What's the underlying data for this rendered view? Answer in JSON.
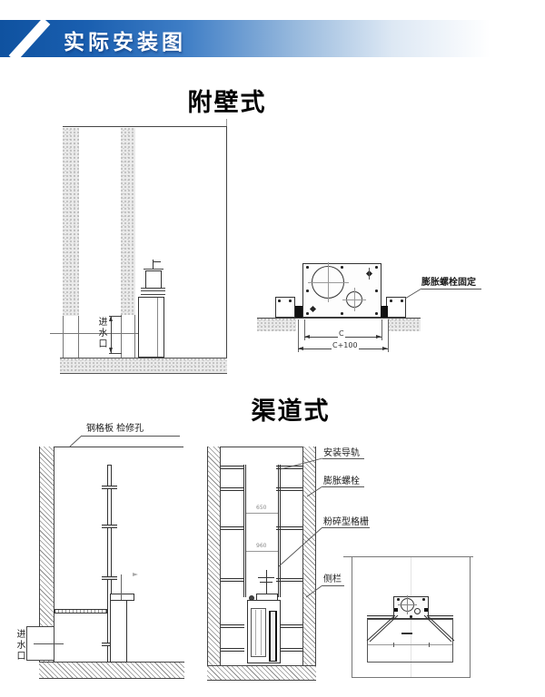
{
  "banner": {
    "title": "实际安装图",
    "accent_blue": "#1a5fb0"
  },
  "wall_section": {
    "title": "附壁式",
    "inlet_label": "进水口",
    "anchor_label": "膨胀螺栓固定",
    "dim_c": "C",
    "dim_c_plus": "C+100"
  },
  "channel_section": {
    "title": "渠道式",
    "grating_label": "钢格板 检修孔",
    "rail_label": "安装导轨",
    "anchor_label": "膨胀螺栓",
    "grinder_label": "粉碎型格栅",
    "side_rail_label": "侧栏",
    "inlet_label": "进水口",
    "dim_upper": "650",
    "dim_lower": "960"
  }
}
